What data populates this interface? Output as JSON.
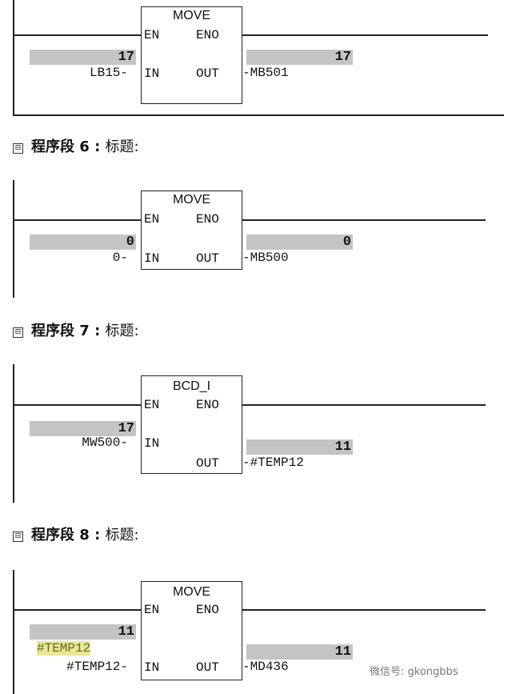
{
  "networks": [
    {
      "header": null,
      "block": "MOVE",
      "en": "EN",
      "eno": "ENO",
      "in_pin": "IN",
      "out_pin": "OUT",
      "in_operand": "LB15",
      "in_value": "17",
      "out_operand": "MB501",
      "out_value": "17"
    },
    {
      "header": {
        "label": "程序段",
        "number": "6",
        "title": "标题:"
      },
      "block": "MOVE",
      "en": "EN",
      "eno": "ENO",
      "in_pin": "IN",
      "out_pin": "OUT",
      "in_operand": "0",
      "in_value": "0",
      "out_operand": "MB500",
      "out_value": "0"
    },
    {
      "header": {
        "label": "程序段",
        "number": "7",
        "title": "标题:"
      },
      "block": "BCD_I",
      "en": "EN",
      "eno": "ENO",
      "in_pin": "IN",
      "out_pin": "OUT",
      "in_operand": "MW500",
      "in_value": "17",
      "out_operand": "#TEMP12",
      "out_value": "11"
    },
    {
      "header": {
        "label": "程序段",
        "number": "8",
        "title": "标题:"
      },
      "block": "MOVE",
      "en": "EN",
      "eno": "ENO",
      "in_pin": "IN",
      "out_pin": "OUT",
      "in_operand": "#TEMP12",
      "in_value": "11",
      "in_symbol_highlight": "#TEMP12",
      "out_operand": "MD436",
      "out_value": "11"
    }
  ],
  "toggle_icon": "⊟",
  "watermark": "微信号: gkongbbs"
}
